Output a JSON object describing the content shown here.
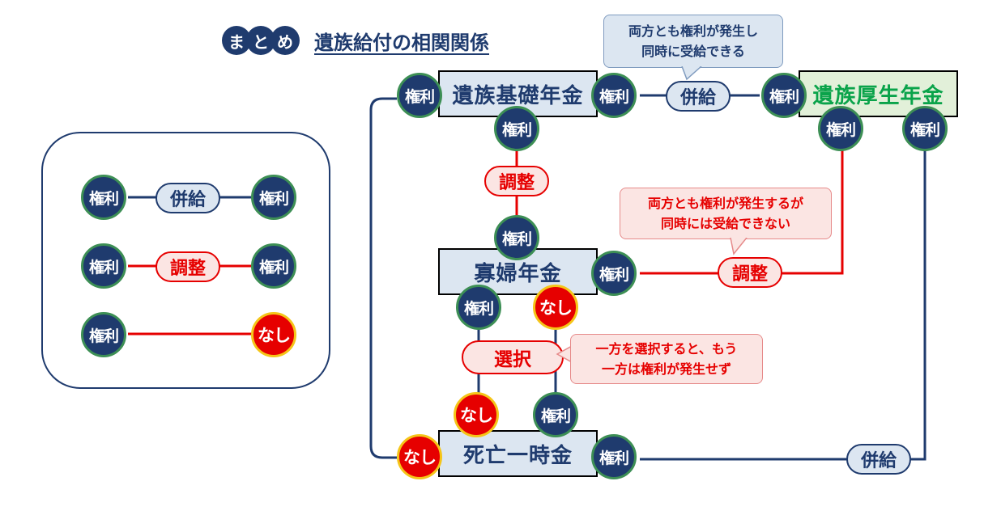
{
  "title": {
    "badge": [
      "ま",
      "と",
      "め"
    ],
    "text": "遺族給付の相関関係"
  },
  "benefits": {
    "kiso": "遺族基礎年金",
    "kosei": "遺族厚生年金",
    "kafu": "寡婦年金",
    "shibo": "死亡一時金"
  },
  "badges": {
    "right": "権利",
    "none": "なし"
  },
  "relations": {
    "heikyu": "併給",
    "chosei": "調整",
    "sentaku": "選択"
  },
  "callouts": {
    "heikyu_lines": [
      "両方とも権利が発生し",
      "同時に受給できる"
    ],
    "chosei_lines": [
      "両方とも権利が発生するが",
      "同時には受給できない"
    ],
    "sentaku_lines": [
      "一方を選択すると、もう",
      "一方は権利が発生せず"
    ]
  },
  "colors": {
    "navy": "#1f3b6e",
    "red": "#e60000",
    "green": "#0aa34a",
    "gold": "#f5c518"
  }
}
